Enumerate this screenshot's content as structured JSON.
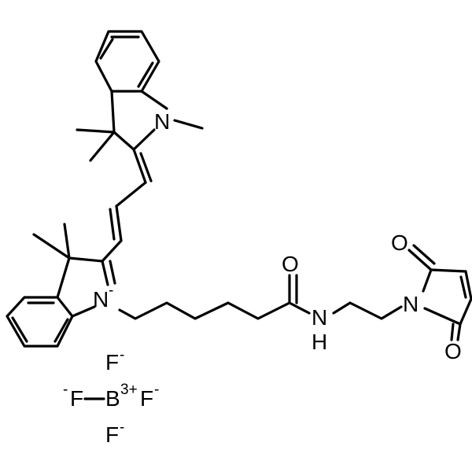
{
  "molecule": {
    "atoms": {
      "n_top": "N",
      "n_bottom": "N",
      "n_charge": "-",
      "o_amide": "O",
      "n_amide": "N",
      "h_amide": "H",
      "n_imide": "N",
      "o_imide_top": "O",
      "o_imide_bottom": "O"
    },
    "counterion": {
      "f_top": "F",
      "f_top_charge": "-",
      "f_left_charge": "-",
      "f_left": "F",
      "b": "B",
      "b_charge": "3+",
      "f_right": "F",
      "f_right_charge": "-",
      "f_bottom": "F",
      "f_bottom_charge": "-"
    }
  },
  "colors": {
    "bond": "#000000",
    "background": "#ffffff"
  }
}
